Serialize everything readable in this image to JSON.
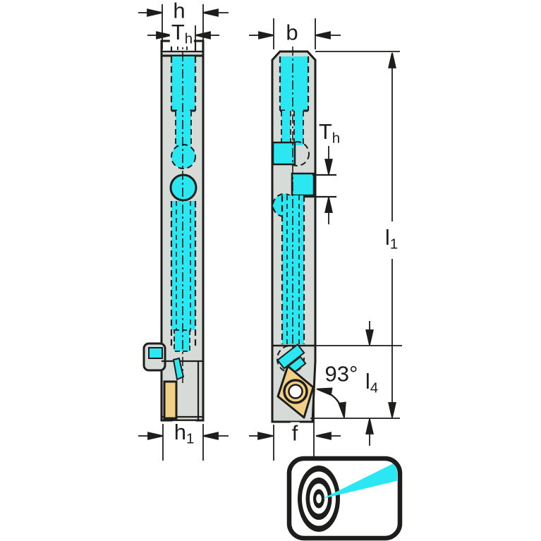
{
  "drawing": {
    "type": "technical-tool-drawing",
    "views": [
      "side-view-shank",
      "front-view-shank-with-insert"
    ],
    "labels": {
      "h": {
        "text": "h"
      },
      "th_left": {
        "base": "T",
        "sub": "h"
      },
      "b": {
        "text": "b"
      },
      "th_right": {
        "base": "T",
        "sub": "h"
      },
      "l1": {
        "base": "l",
        "sub": "1"
      },
      "angle": {
        "text": "93°"
      },
      "l4": {
        "base": "l",
        "sub": "4"
      },
      "h1": {
        "base": "h",
        "sub": "1"
      },
      "f": {
        "text": "f"
      }
    },
    "colors": {
      "line": "#1d1d1b",
      "body_gray": "#d7dbd7",
      "coolant_cyan": "#2be7f2",
      "insert_yellow": "#f1d085",
      "background": "#ffffff"
    },
    "icons": {
      "badge": "precision-target-icon"
    }
  }
}
